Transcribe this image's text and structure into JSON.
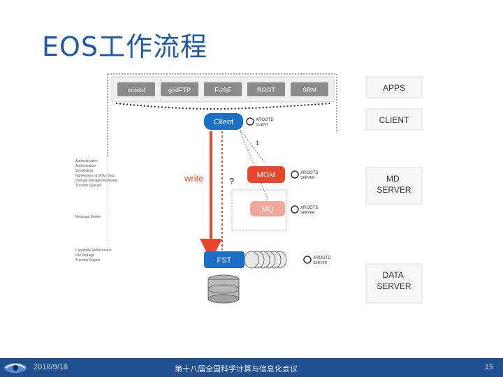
{
  "slide": {
    "title": "EOS工作流程"
  },
  "diagram": {
    "top_modules": [
      "xrootd",
      "gridFTP",
      "FUSE",
      "ROOT",
      "SRM"
    ],
    "client": "Client",
    "mgm": "MGM",
    "mq": "MQ",
    "fst": "FST",
    "write": "write",
    "step": "1",
    "question": "?",
    "xrootd_client": [
      "XROOTD",
      "CLIENT"
    ],
    "xrootd_server": [
      "XROOTD",
      "SERVER"
    ],
    "mgm_functions": [
      "Authentication",
      "Authorization",
      "Scheduling",
      "Namespace & Meta Data",
      "Storage Management/View",
      "Transfer Queues"
    ],
    "mq_functions": [
      "Message Broker"
    ],
    "fst_functions": [
      "Capability Enforcement",
      "File Storage",
      "Transfer Engine"
    ],
    "layers": [
      "APPS",
      "CLIENT",
      "MD\nSERVER",
      "DATA\nSERVER"
    ]
  },
  "footer": {
    "date": "2018/9/18",
    "conference": "第十八届全国科学计算与信息化会议",
    "page": "15"
  },
  "colors": {
    "title": "#1f5aa6",
    "client": "#1b6fc4",
    "mgm": "#e8472b",
    "mq": "#f2a79b",
    "fst": "#1b6fc4",
    "write_arrow": "#e8472b",
    "footer": "#1f4f8f"
  }
}
